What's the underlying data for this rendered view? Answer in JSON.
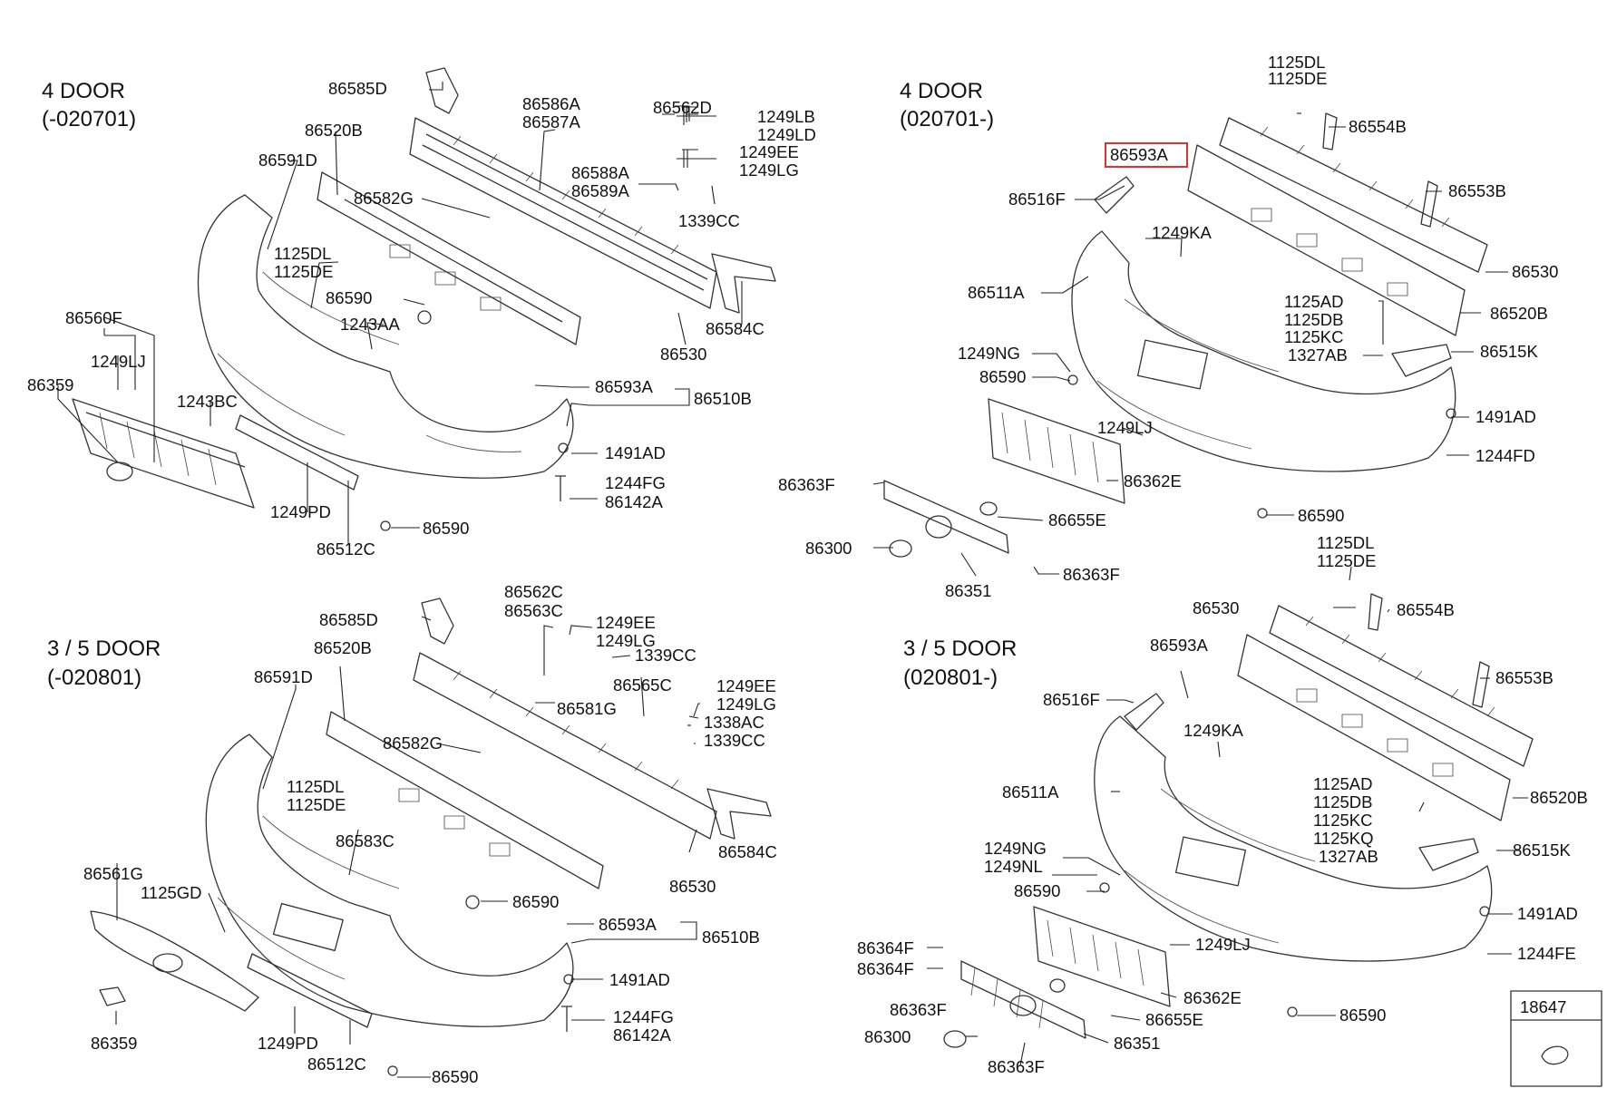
{
  "sections": [
    {
      "id": "tl",
      "line1": "4 DOOR",
      "line2": "(-020701)"
    },
    {
      "id": "tr",
      "line1": "4 DOOR",
      "line2": "(020701-)"
    },
    {
      "id": "bl",
      "line1": "3 / 5 DOOR",
      "line2": "(-020801)"
    },
    {
      "id": "br",
      "line1": "3 / 5 DOOR",
      "line2": "(020801-)"
    }
  ],
  "highlight": {
    "label": "86593A",
    "color": "#e03030"
  },
  "inset": {
    "label": "18647"
  },
  "labels": {
    "tl": [
      "86585D",
      "86586A",
      "86587A",
      "86562D",
      "1249LB",
      "1249LD",
      "1249EE",
      "1249LG",
      "86520B",
      "86591D",
      "86588A",
      "86589A",
      "1339CC",
      "86582G",
      "1125DL",
      "1125DE",
      "86590",
      "86560F",
      "1243AA",
      "86584C",
      "1249LJ",
      "86530",
      "86359",
      "86593A",
      "86510B",
      "1243BC",
      "1491AD",
      "1244FG",
      "86142A",
      "1249PD",
      "86590",
      "86512C"
    ],
    "tr": [
      "1125DL",
      "1125DE",
      "86554B",
      "86516F",
      "86553B",
      "1249KA",
      "86530",
      "86511A",
      "1125AD",
      "86520B",
      "1125DB",
      "1125KC",
      "1249NG",
      "1327AB",
      "86515K",
      "86590",
      "1249LJ",
      "1491AD",
      "1244FD",
      "86363F",
      "86362E",
      "86655E",
      "86300",
      "86590",
      "86351",
      "86363F"
    ],
    "bl": [
      "86562C",
      "86563C",
      "86585D",
      "1249EE",
      "1249LG",
      "86520B",
      "1339CC",
      "86591D",
      "86565C",
      "86581G",
      "1249EE",
      "1249LG",
      "1338AC",
      "86582G",
      "1339CC",
      "1125DL",
      "1125DE",
      "86583C",
      "86584C",
      "86561G",
      "86530",
      "1125GD",
      "86590",
      "86593A",
      "86510B",
      "1491AD",
      "1244FG",
      "86142A",
      "86359",
      "1249PD",
      "86512C",
      "86590"
    ],
    "br": [
      "1125DL",
      "1125DE",
      "86530",
      "86554B",
      "86593A",
      "86553B",
      "86516F",
      "1249KA",
      "86520B",
      "86511A",
      "1125AD",
      "1125DB",
      "1125KC",
      "1125KQ",
      "86515K",
      "1327AB",
      "1249NG",
      "1249NL",
      "86590",
      "1491AD",
      "1249LJ",
      "86364F",
      "1244FE",
      "86364F",
      "86362E",
      "86363F",
      "86655E",
      "86590",
      "86300",
      "86351",
      "86363F"
    ]
  }
}
